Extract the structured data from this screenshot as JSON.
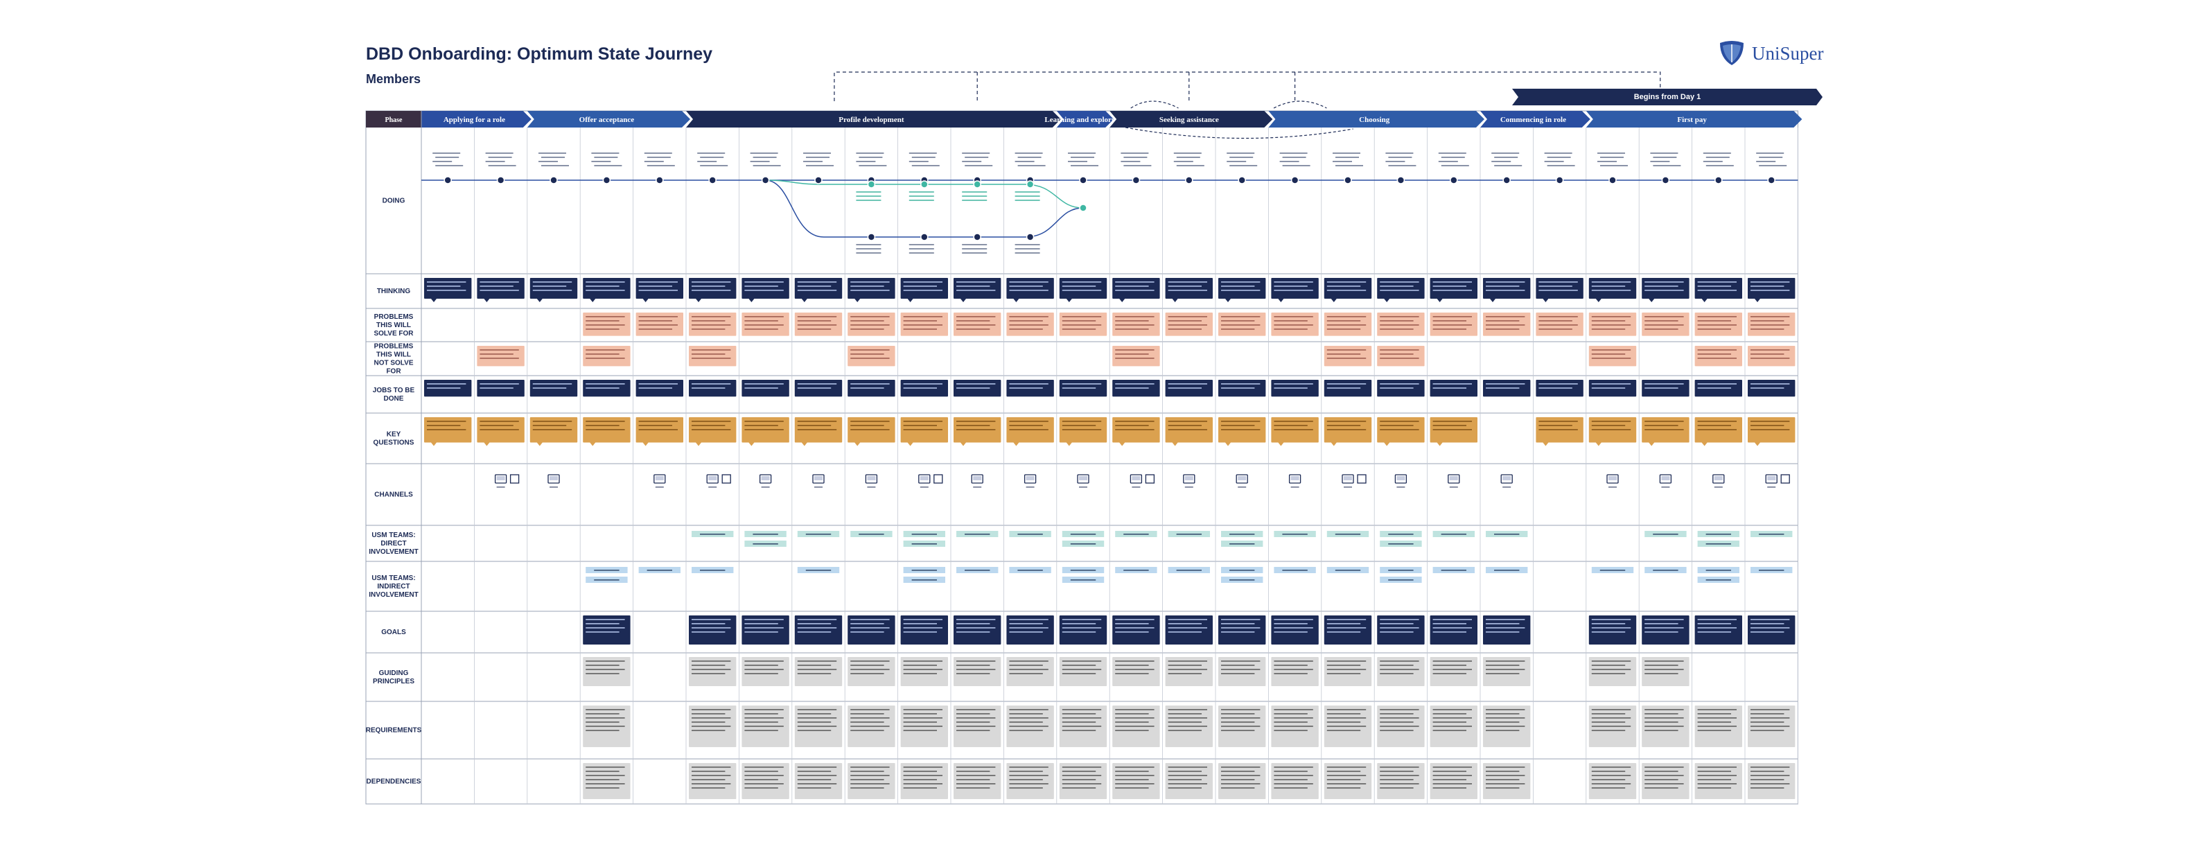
{
  "title": "DBD Onboarding: Optimum State Journey",
  "subtitle": "Members",
  "logo_text": "UniSuper",
  "banner": "Begins from Day 1",
  "phase_label": "Phase",
  "phases": [
    {
      "label": "Applying for a role",
      "cols": 2,
      "color": "#2a4ea1"
    },
    {
      "label": "Offer acceptance",
      "cols": 3,
      "color": "#2f5ca8"
    },
    {
      "label": "Profile development",
      "cols": 7,
      "color": "#1c2a55"
    },
    {
      "label": "Learning and exploring",
      "cols": 1,
      "color": "#2a4ea1"
    },
    {
      "label": "Seeking assistance",
      "cols": 3,
      "color": "#1c2a55"
    },
    {
      "label": "Choosing",
      "cols": 4,
      "color": "#2f5ca8"
    },
    {
      "label": "Commencing in role",
      "cols": 2,
      "color": "#2a4ea1"
    },
    {
      "label": "First pay",
      "cols": 4,
      "color": "#2f5ca8"
    }
  ],
  "rows": [
    "DOING",
    "THINKING",
    "PROBLEMS THIS WILL SOLVE FOR",
    "PROBLEMS THIS WILL NOT SOLVE FOR",
    "JOBS TO BE DONE",
    "KEY QUESTIONS",
    "CHANNELS",
    "USM TEAMS: DIRECT INVOLVEMENT",
    "USM TEAMS: INDIRECT INVOLVEMENT",
    "GOALS",
    "GUIDING PRINCIPLES",
    "REQUIREMENTS",
    "DEPENDENCIES"
  ],
  "colors": {
    "navy": "#1c2a55",
    "blue": "#2a4ea1",
    "salmon": "#f2bfa8",
    "gold": "#dba14f",
    "lightblue": "#bcd8ef",
    "teal": "#bfe3df",
    "grey": "#d9d9d9",
    "path_teal": "#3fb7a3"
  }
}
